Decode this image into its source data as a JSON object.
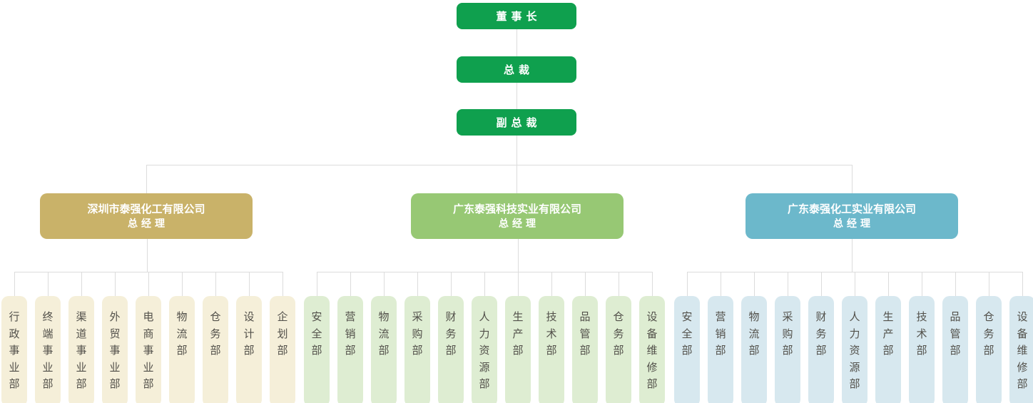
{
  "colors": {
    "executive_box": "#0FA04E",
    "connector_line": "#DCDCDC",
    "box_text": "#FFFFFF",
    "dept_text": "#52504A"
  },
  "executives": [
    {
      "label": "董事长"
    },
    {
      "label": "总裁"
    },
    {
      "label": "副总裁"
    }
  ],
  "branches": [
    {
      "company": "深圳市泰强化工有限公司",
      "role": "总经理",
      "box_color": "#C9B269",
      "dept_box_color": "#F5EFD9",
      "departments": [
        "行政事业部",
        "终端事业部",
        "渠道事业部",
        "外贸事业部",
        "电商事业部",
        "物流部",
        "仓务部",
        "设计部",
        "企划部"
      ]
    },
    {
      "company": "广东泰强科技实业有限公司",
      "role": "总经理",
      "box_color": "#97C874",
      "dept_box_color": "#DEEDD2",
      "departments": [
        "安全部",
        "营销部",
        "物流部",
        "采购部",
        "财务部",
        "人力资源部",
        "生产部",
        "技术部",
        "品管部",
        "仓务部",
        "设备维修部"
      ]
    },
    {
      "company": "广东泰强化工实业有限公司",
      "role": "总经理",
      "box_color": "#6CB8CB",
      "dept_box_color": "#D7E8EF",
      "departments": [
        "安全部",
        "营销部",
        "物流部",
        "采购部",
        "财务部",
        "人力资源部",
        "生产部",
        "技术部",
        "品管部",
        "仓务部",
        "设备维修部"
      ]
    }
  ]
}
